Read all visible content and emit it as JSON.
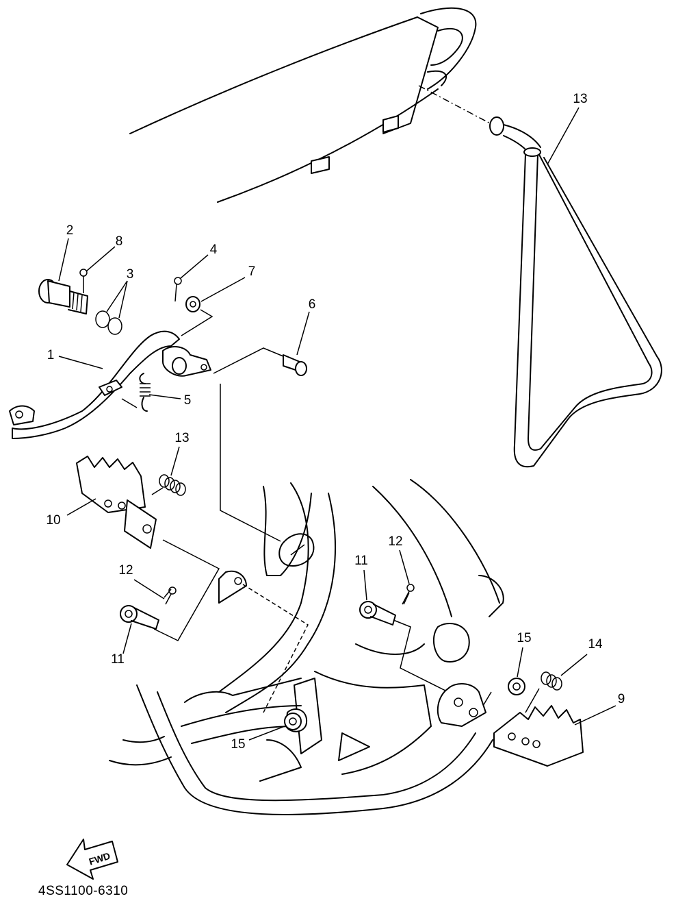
{
  "diagram": {
    "part_code": "4SS1100-6310",
    "fwd_label": "FWD",
    "callouts": [
      {
        "id": "c1",
        "label": "1"
      },
      {
        "id": "c2",
        "label": "2"
      },
      {
        "id": "c3",
        "label": "3"
      },
      {
        "id": "c4",
        "label": "4"
      },
      {
        "id": "c5",
        "label": "5"
      },
      {
        "id": "c6",
        "label": "6"
      },
      {
        "id": "c7",
        "label": "7"
      },
      {
        "id": "c8",
        "label": "8"
      },
      {
        "id": "c9",
        "label": "9"
      },
      {
        "id": "c10",
        "label": "10"
      },
      {
        "id": "c11a",
        "label": "11"
      },
      {
        "id": "c11b",
        "label": "11"
      },
      {
        "id": "c12a",
        "label": "12"
      },
      {
        "id": "c12b",
        "label": "12"
      },
      {
        "id": "c13a",
        "label": "13"
      },
      {
        "id": "c13b",
        "label": "13"
      },
      {
        "id": "c14",
        "label": "14"
      },
      {
        "id": "c15a",
        "label": "15"
      },
      {
        "id": "c15b",
        "label": "15"
      }
    ]
  }
}
